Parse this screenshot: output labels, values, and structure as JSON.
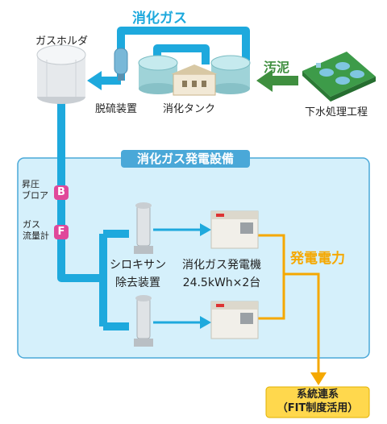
{
  "labels": {
    "digestion_gas_top": "消化ガス",
    "sludge": "汚泥",
    "gas_holder": "ガスホルダ",
    "desulfurizer": "脱硫装置",
    "digestion_tank": "消化タンク",
    "sewage_process": "下水処理工程",
    "power_facility": "消化ガス発電設備",
    "booster_blower": "昇圧\nブロア",
    "gas_flowmeter": "ガス\n流量計",
    "siloxane_remover": "シロキサン\n除去装置",
    "generator": "消化ガス発電機\n24.5kWh×2台",
    "generated_power": "発電電力",
    "grid": "系統連系\n（FIT制度活用）"
  },
  "badges": {
    "booster": "B",
    "flowmeter": "F"
  },
  "colors": {
    "gas_pipe": "#1ea9dd",
    "power_line": "#f5a800",
    "sludge_arrow": "#3f8f3f",
    "facility_bg": "#d5f0fb",
    "facility_border": "#4aa8d8",
    "badge_b": "#e0489a",
    "badge_f": "#e0489a",
    "grid_box": "#ffd84d"
  }
}
